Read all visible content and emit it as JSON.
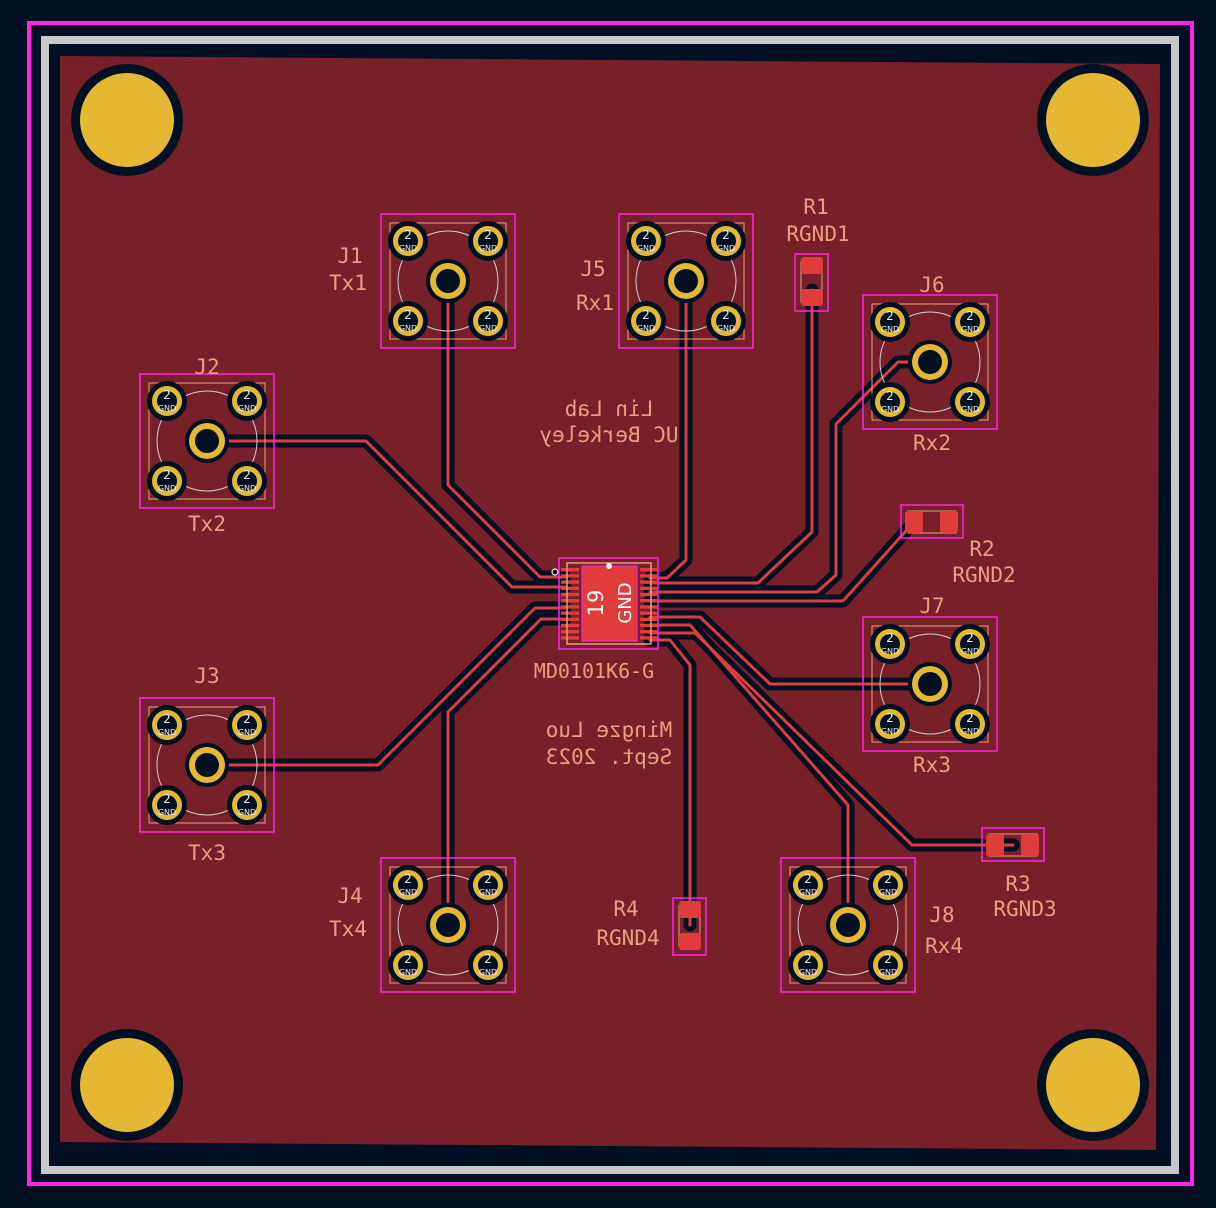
{
  "colors": {
    "background": "#001023",
    "outline": "#ff26e2",
    "edge": "#c8c8c8",
    "copper": "#78202a",
    "trace": "#e03c3c",
    "pad": "#e4b832",
    "silk": "#e8a07c",
    "courtyard": "#ff26e2"
  },
  "connectors": [
    {
      "ref": "J1",
      "value": "Tx1"
    },
    {
      "ref": "J2",
      "value": "Tx2"
    },
    {
      "ref": "J3",
      "value": "Tx3"
    },
    {
      "ref": "J4",
      "value": "Tx4"
    },
    {
      "ref": "J5",
      "value": "Rx1"
    },
    {
      "ref": "J6",
      "value": "Rx2"
    },
    {
      "ref": "J7",
      "value": "Rx3"
    },
    {
      "ref": "J8",
      "value": "Rx4"
    }
  ],
  "pad_labels": {
    "number": "2",
    "net": "GND"
  },
  "resistors": [
    {
      "ref": "R1",
      "value": "RGND1"
    },
    {
      "ref": "R2",
      "value": "RGND2"
    },
    {
      "ref": "R3",
      "value": "RGND3"
    },
    {
      "ref": "R4",
      "value": "RGND4"
    }
  ],
  "ic": {
    "ref": "MD0101K6-G",
    "pad_number": "19",
    "pad_net": "GND"
  },
  "notes": {
    "lab_line1": "Lin Lab",
    "lab_line2": "UC Berkeley",
    "author_line1": "Mingze Luo",
    "author_line2": "Sept. 2023"
  }
}
